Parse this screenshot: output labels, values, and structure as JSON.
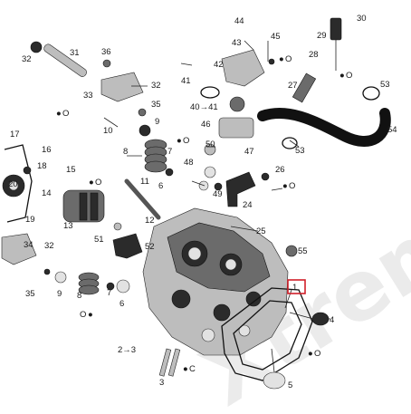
{
  "diagram": {
    "watermark": "Xtreme",
    "highlighted_callout": "1",
    "callouts": [
      "1",
      "2→3",
      "3",
      "4",
      "5",
      "6",
      "6",
      "7",
      "7",
      "8",
      "8",
      "9",
      "9",
      "10",
      "11",
      "12",
      "13",
      "14",
      "15",
      "16",
      "17",
      "18",
      "19",
      "20",
      "24",
      "25",
      "26",
      "27",
      "28",
      "29",
      "30",
      "31",
      "32",
      "32",
      "32",
      "33",
      "34",
      "35",
      "35",
      "36",
      "40→41",
      "41",
      "42",
      "43",
      "44",
      "45",
      "46",
      "47",
      "48",
      "49",
      "50",
      "51",
      "52",
      "53",
      "53",
      "54",
      "55"
    ],
    "symbols": {
      "oil": "O",
      "copper": "C",
      "drop_glyph": "●"
    }
  }
}
